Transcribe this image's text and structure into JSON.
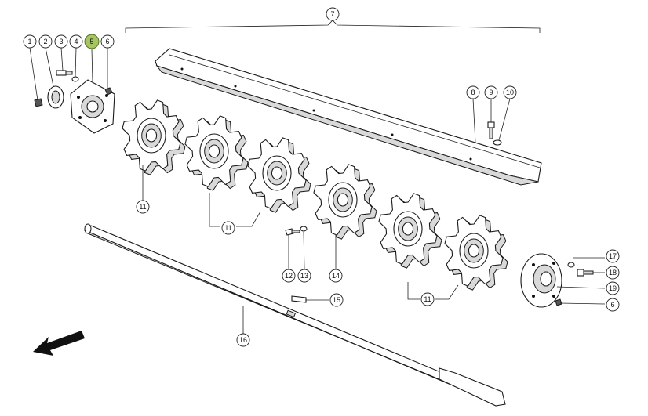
{
  "diagram": {
    "callouts": [
      {
        "id": "c1",
        "label": "1"
      },
      {
        "id": "c2",
        "label": "2"
      },
      {
        "id": "c3",
        "label": "3"
      },
      {
        "id": "c4",
        "label": "4"
      },
      {
        "id": "c5",
        "label": "5",
        "highlighted": true
      },
      {
        "id": "c6a",
        "label": "6"
      },
      {
        "id": "c7",
        "label": "7"
      },
      {
        "id": "c8",
        "label": "8"
      },
      {
        "id": "c9",
        "label": "9"
      },
      {
        "id": "c10",
        "label": "10"
      },
      {
        "id": "c11a",
        "label": "11"
      },
      {
        "id": "c11b",
        "label": "11"
      },
      {
        "id": "c11c",
        "label": "11"
      },
      {
        "id": "c12",
        "label": "12"
      },
      {
        "id": "c13",
        "label": "13"
      },
      {
        "id": "c14",
        "label": "14"
      },
      {
        "id": "c15",
        "label": "15"
      },
      {
        "id": "c16",
        "label": "16"
      },
      {
        "id": "c17",
        "label": "17"
      },
      {
        "id": "c18",
        "label": "18"
      },
      {
        "id": "c19",
        "label": "19"
      },
      {
        "id": "c6b",
        "label": "6"
      }
    ],
    "colors": {
      "highlight_fill": "#a6c462",
      "line": "#1a1a1a",
      "shade": "#d9d9d9"
    }
  }
}
